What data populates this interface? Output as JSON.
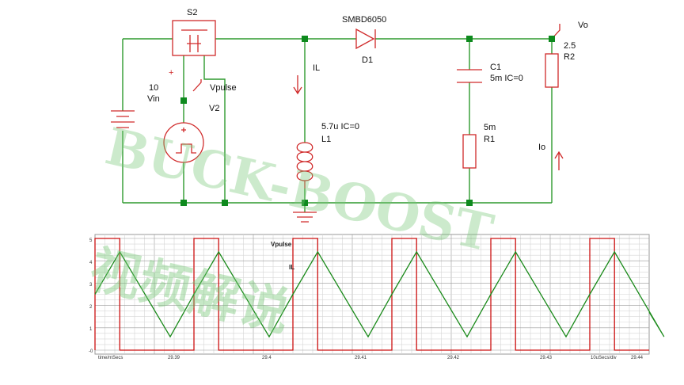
{
  "schematic": {
    "switch_label": "S2",
    "diode_part": "SMBD6050",
    "diode_ref": "D1",
    "vin_value": "10",
    "vin_ref": "Vin",
    "pulse_name": "Vpulse",
    "pulse_ref": "V2",
    "inductor_current": "IL",
    "inductor_value": "5.7u IC=0",
    "inductor_ref": "L1",
    "cap_ref": "C1",
    "cap_value": "5m IC=0",
    "esr_value": "5m",
    "esr_ref": "R1",
    "load_value": "2.5",
    "load_ref": "R2",
    "output_label": "Vo",
    "output_current": "Io",
    "plus_sign": "+"
  },
  "waveform": {
    "trace_vpulse": "Vpulse",
    "trace_il": "IL",
    "x_axis_left": "time/mSecs",
    "x_axis_right": "10uSecs/div",
    "x_ticks": [
      "29.39",
      "29.4",
      "29.41",
      "29.42",
      "29.43",
      "29.44"
    ],
    "y_ticks": [
      "5",
      "4",
      "3",
      "2",
      "1",
      "-0"
    ],
    "vpulse_color": "#cc1111",
    "il_color": "#1a8a1a"
  },
  "watermark": {
    "line1": "BUCK-BOOST",
    "line2": "视频解说"
  },
  "chart_data": {
    "type": "line",
    "x_unit": "ms",
    "xlim": [
      29.384,
      29.44
    ],
    "ylim": [
      0,
      5
    ],
    "series": [
      {
        "name": "Vpulse",
        "x": [
          29.384,
          29.384,
          29.3865,
          29.3865,
          29.394,
          29.394,
          29.3965,
          29.3965,
          29.404,
          29.404,
          29.4065,
          29.4065,
          29.414,
          29.414,
          29.4165,
          29.4165,
          29.424,
          29.424,
          29.4265,
          29.4265,
          29.434,
          29.434,
          29.4365,
          29.4365,
          29.44
        ],
        "y": [
          0,
          5,
          5,
          0,
          0,
          5,
          5,
          0,
          0,
          5,
          5,
          0,
          0,
          5,
          5,
          0,
          0,
          5,
          5,
          0,
          0,
          5,
          5,
          0,
          0
        ]
      },
      {
        "name": "IL",
        "x": [
          29.384,
          29.3865,
          29.3916,
          29.394,
          29.3965,
          29.4016,
          29.404,
          29.4065,
          29.4116,
          29.414,
          29.4165,
          29.4216,
          29.424,
          29.4265,
          29.4316,
          29.434,
          29.4365,
          29.4415,
          29.44
        ],
        "y": [
          2.5,
          4.4,
          0.6,
          2.5,
          4.4,
          0.6,
          2.5,
          4.4,
          0.6,
          2.5,
          4.4,
          0.6,
          2.5,
          4.4,
          0.6,
          2.5,
          4.4,
          0.6,
          1.7
        ]
      }
    ]
  }
}
